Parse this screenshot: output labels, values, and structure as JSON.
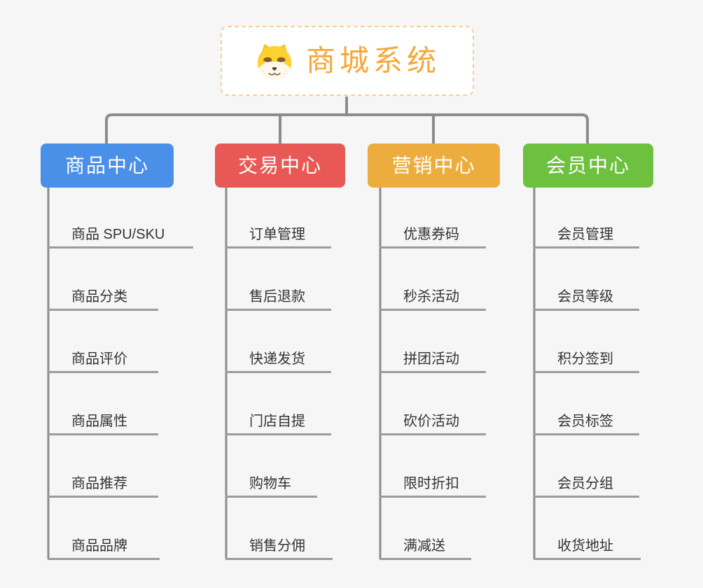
{
  "root": {
    "title": "商城系统",
    "icon": "dog-face-icon"
  },
  "branches": [
    {
      "label": "商品中心",
      "color": "#4A8FE8",
      "children": [
        "商品 SPU/SKU",
        "商品分类",
        "商品评价",
        "商品属性",
        "商品推荐",
        "商品品牌"
      ]
    },
    {
      "label": "交易中心",
      "color": "#E85955",
      "children": [
        "订单管理",
        "售后退款",
        "快递发货",
        "门店自提",
        "购物车",
        "销售分佣"
      ]
    },
    {
      "label": "营销中心",
      "color": "#EDAD3E",
      "children": [
        "优惠券码",
        "秒杀活动",
        "拼团活动",
        "砍价活动",
        "限时折扣",
        "满减送"
      ]
    },
    {
      "label": "会员中心",
      "color": "#6EC13F",
      "children": [
        "会员管理",
        "会员等级",
        "积分签到",
        "会员标签",
        "会员分组",
        "收货地址"
      ]
    }
  ],
  "style": {
    "background": "#F5F6F5",
    "connector": "#8C8C8C",
    "underline": "#9C9C9C",
    "leaf_text": "#333333",
    "root_text": "#F7A738",
    "root_border": "#F5CF9B"
  }
}
